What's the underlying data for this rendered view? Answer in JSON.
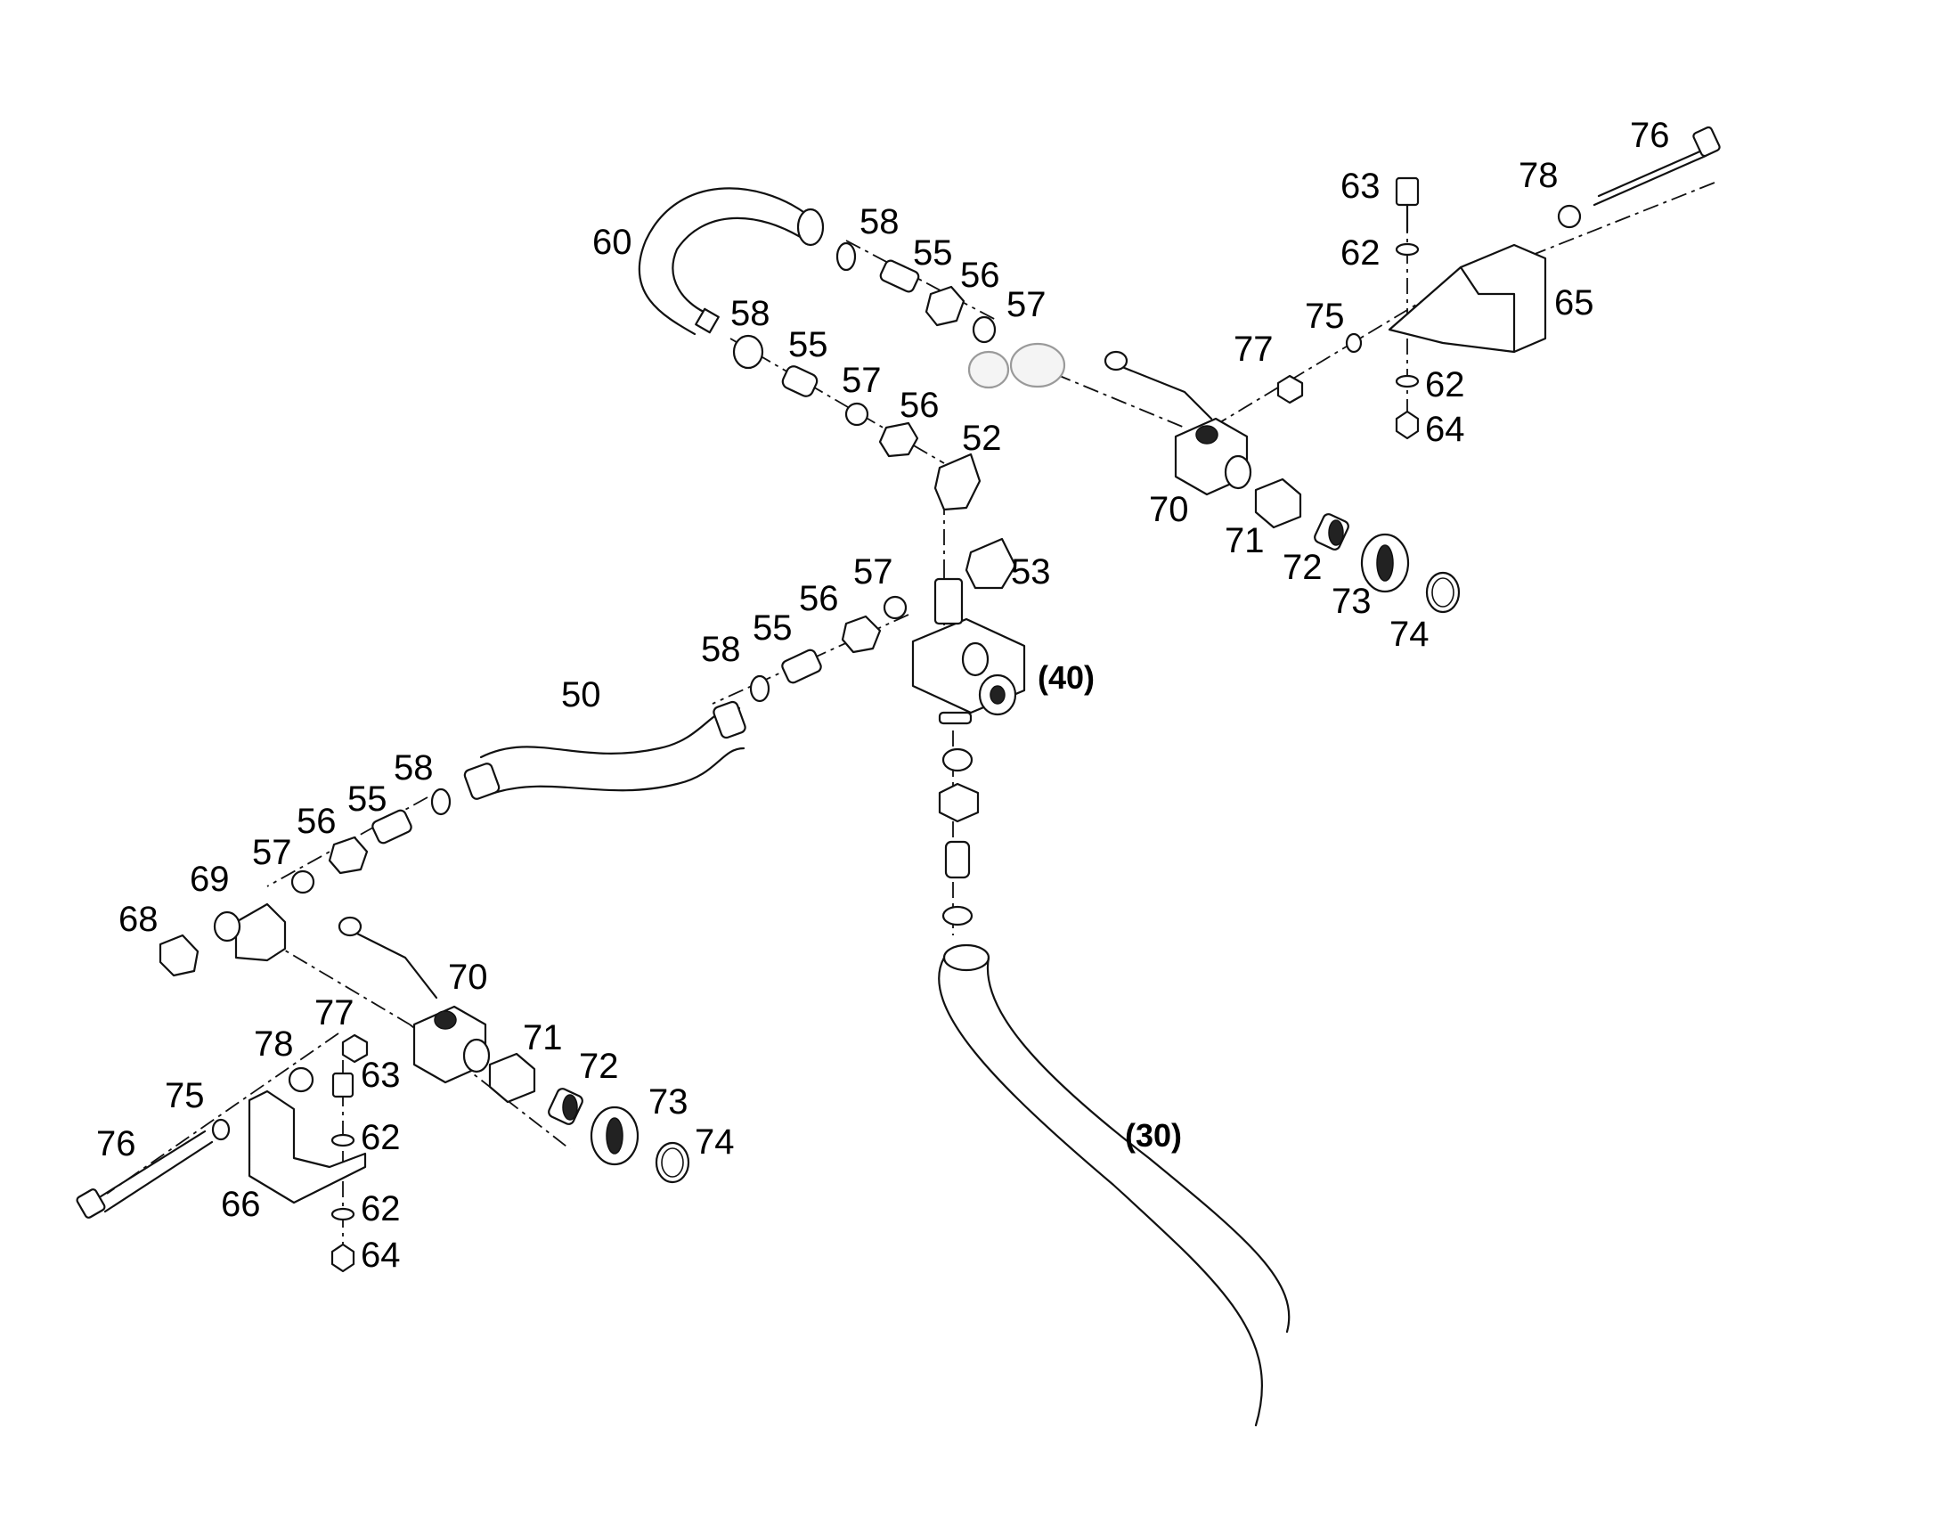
{
  "callouts": [
    "76",
    "63",
    "78",
    "62",
    "65",
    "75",
    "77",
    "62",
    "64",
    "60",
    "58",
    "55",
    "56",
    "57",
    "58",
    "55",
    "57",
    "56",
    "52",
    "70",
    "71",
    "72",
    "73",
    "74",
    "53",
    "57",
    "56",
    "55",
    "58",
    "(40)",
    "50",
    "58",
    "55",
    "56",
    "57",
    "69",
    "68",
    "70",
    "77",
    "78",
    "63",
    "75",
    "76",
    "62",
    "66",
    "62",
    "64",
    "71",
    "72",
    "73",
    "74",
    "(30)"
  ]
}
